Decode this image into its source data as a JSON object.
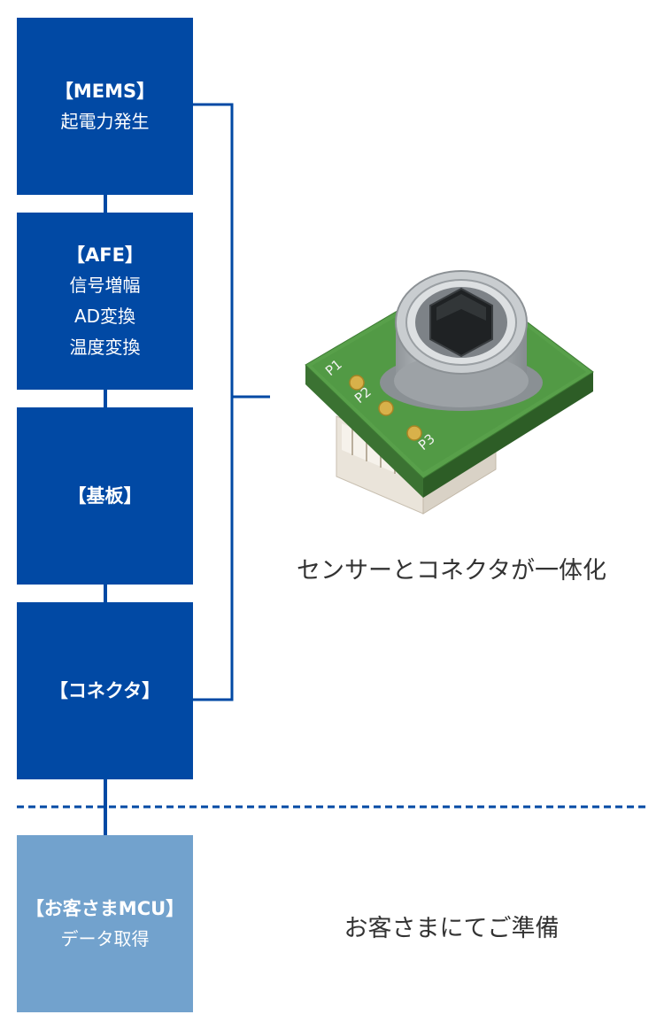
{
  "blocks": {
    "mems": {
      "title": "【MEMS】",
      "lines": [
        "起電力発生"
      ]
    },
    "afe": {
      "title": "【AFE】",
      "lines": [
        "信号増幅",
        "AD変換",
        "温度変換"
      ]
    },
    "kiban": {
      "title": "【基板】"
    },
    "connector": {
      "title": "【コネクタ】"
    },
    "mcu": {
      "title": "【お客さまMCU】",
      "lines": [
        "データ取得"
      ]
    }
  },
  "captions": {
    "sensor": "センサーとコネクタが一体化",
    "mcu": "お客さまにてご準備"
  },
  "product_labels": {
    "p1": "P1",
    "p2": "P2",
    "p3": "P3"
  },
  "colors": {
    "block": "#0149a4",
    "customer_block": "#72a2cd",
    "line": "#0149a4",
    "caption_text": "#333333"
  }
}
